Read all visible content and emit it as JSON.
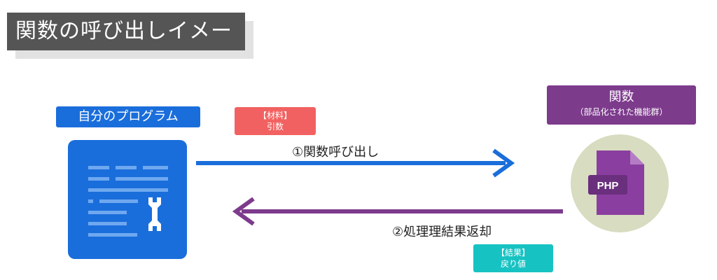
{
  "title": "関数の呼び出しイメージ",
  "self_program_label": "自分のプログラム",
  "material_label": {
    "line1": "【材料】",
    "line2": "引数"
  },
  "function_label": {
    "main": "関数",
    "sub": "（部品化された機能群）"
  },
  "call_arrow_text": "①関数呼び出し",
  "return_arrow_text": "②処理理結果返却",
  "result_label": {
    "line1": "【結果】",
    "line2": "戻り値"
  },
  "php_icon_text": "PHP",
  "colors": {
    "title_bg": "#555555",
    "self_blue": "#1a6edb",
    "material_red": "#f26161",
    "function_purple": "#7d3b8c",
    "result_cyan": "#17c2c2",
    "call_arrow": "#1a6edb",
    "return_arrow": "#7d3b8c",
    "php_circle": "#d8dcc0",
    "php_file": "#8a3fa0"
  }
}
